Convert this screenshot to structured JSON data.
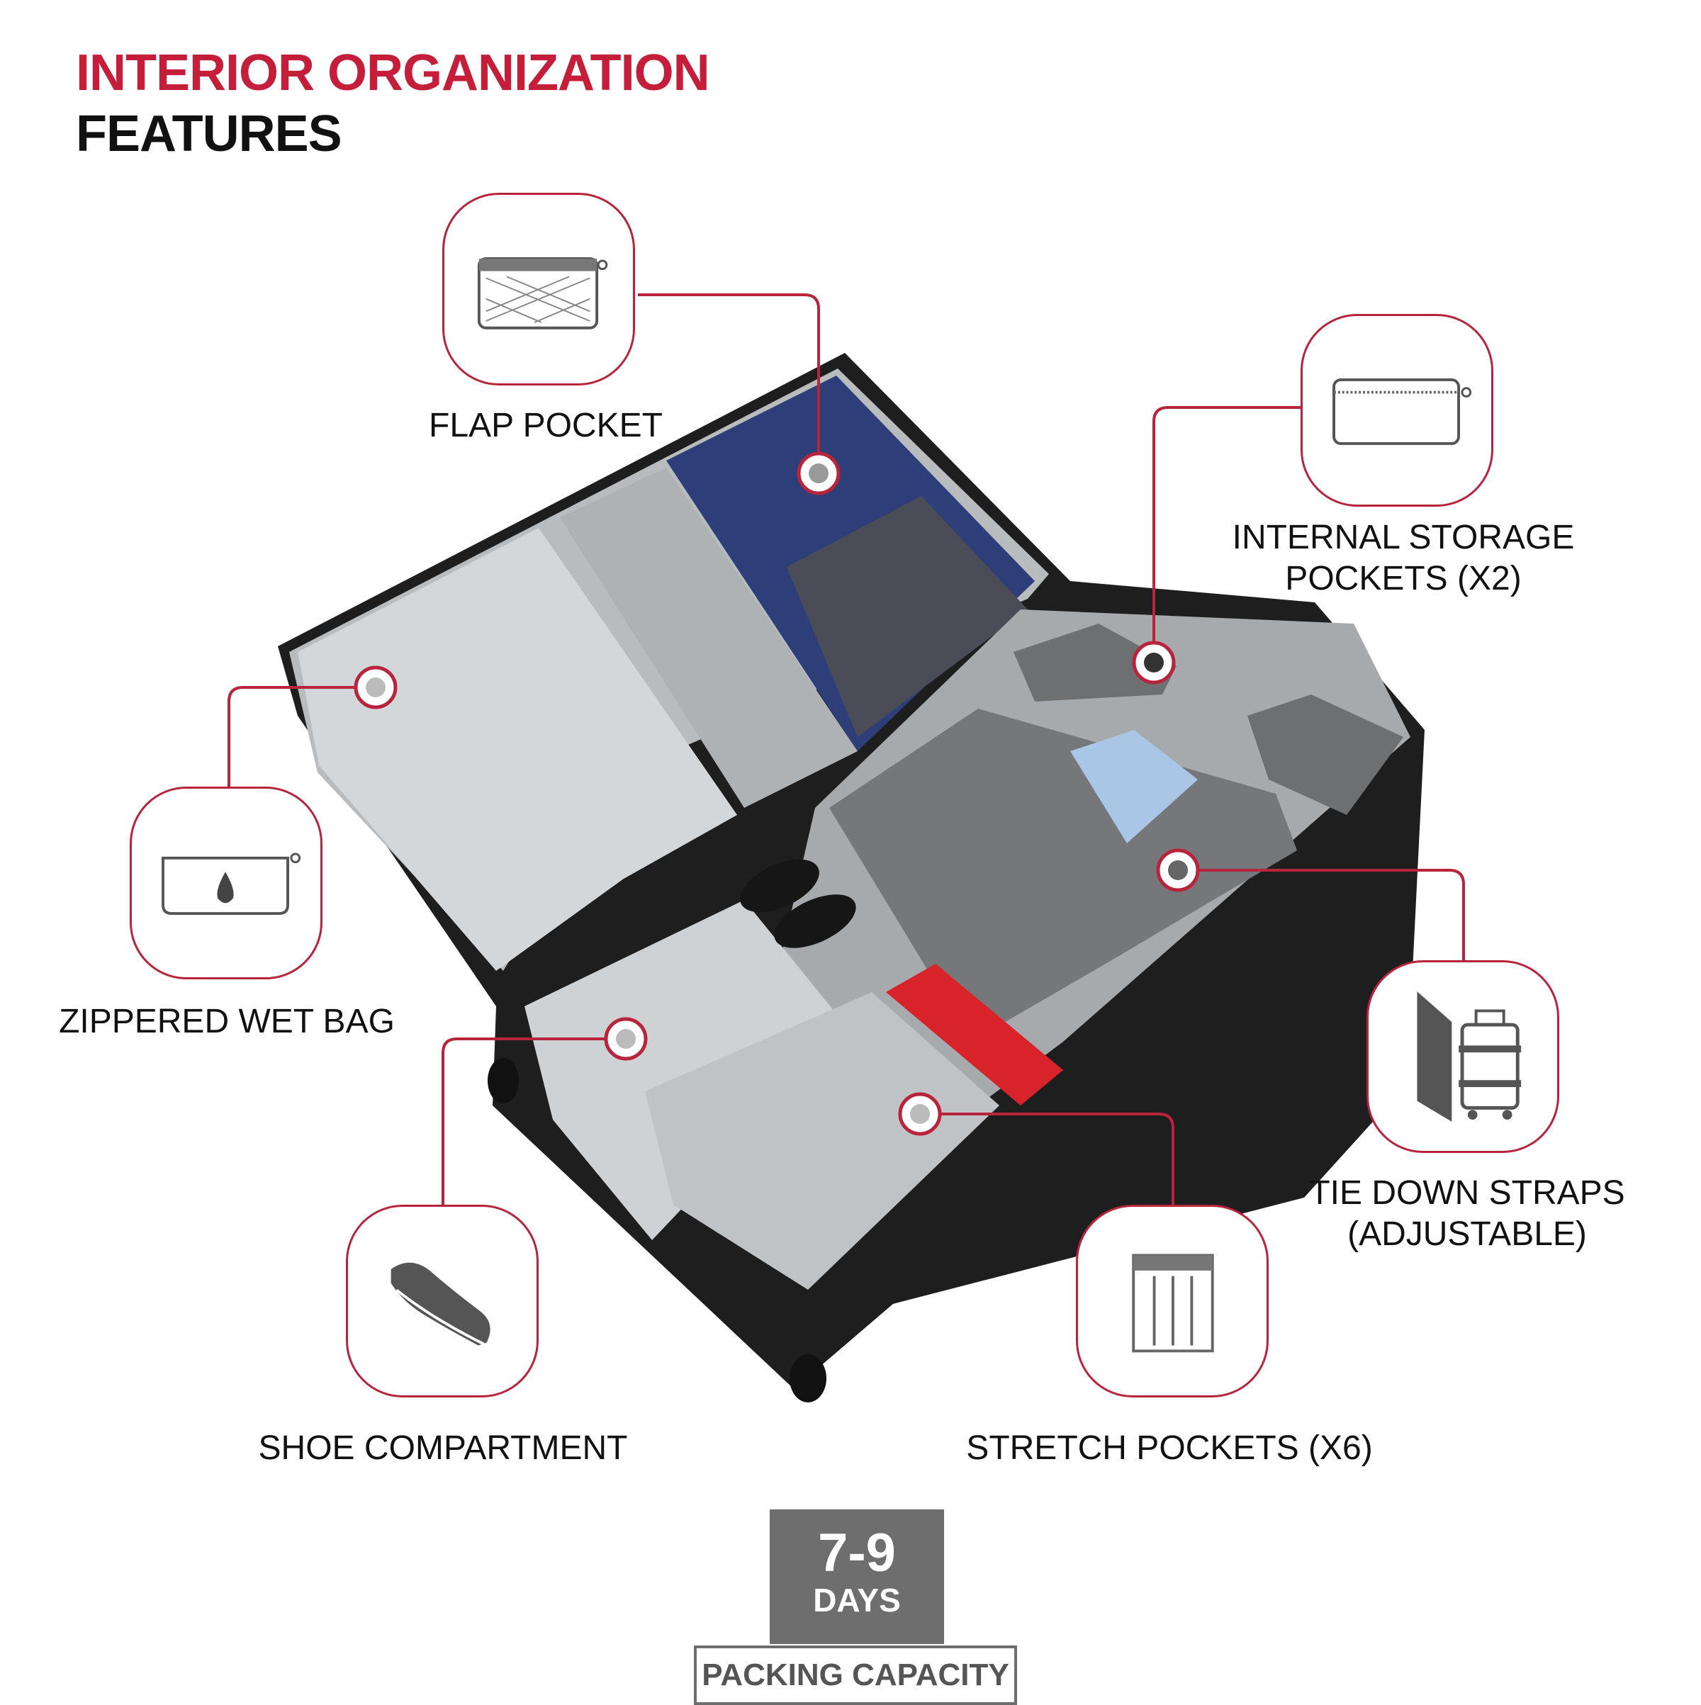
{
  "header": {
    "title_line1": "INTERIOR ORGANIZATION",
    "title_line2": "FEATURES"
  },
  "features": {
    "flap_pocket": "FLAP POCKET",
    "internal_storage_line1": "INTERNAL STORAGE",
    "internal_storage_line2": "POCKETS (X2)",
    "wet_bag": "ZIPPERED WET BAG",
    "tie_down_line1": "TIE DOWN STRAPS",
    "tie_down_line2": "(ADJUSTABLE)",
    "shoe_compartment": "SHOE COMPARTMENT",
    "stretch_pockets": "STRETCH POCKETS (X6)"
  },
  "capacity": {
    "days_value": "7-9",
    "days_unit": "DAYS",
    "label": "PACKING CAPACITY"
  },
  "colors": {
    "accent": "#c41e3a",
    "callout_line": "#b8243b",
    "badge_gray": "#6e6e6e"
  },
  "icons": [
    "mesh-pocket-icon",
    "zipper-pouch-icon",
    "wet-bag-icon",
    "suitcase-strap-icon",
    "shoe-icon",
    "stretch-pocket-icon"
  ]
}
